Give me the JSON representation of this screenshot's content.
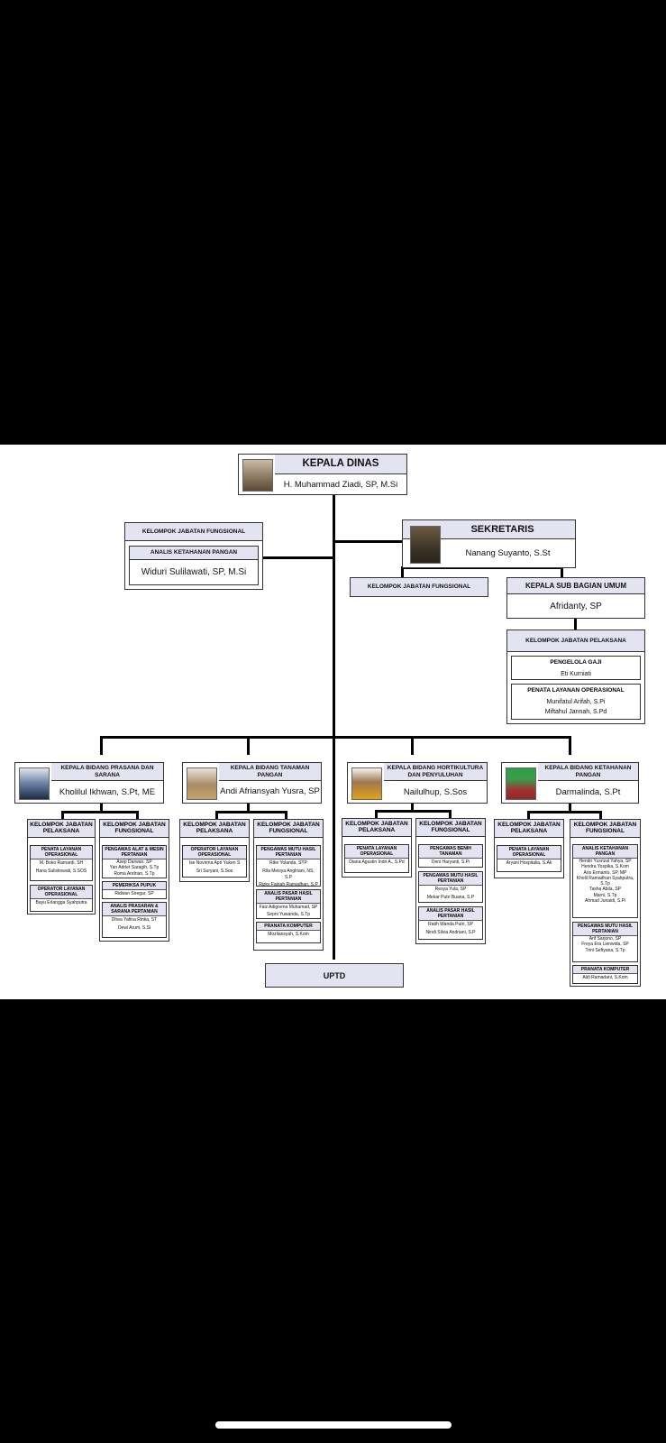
{
  "kepala_dinas": {
    "title": "KEPALA DINAS",
    "name": "H. Muhammad Ziadi, SP, M.Si"
  },
  "sekretaris": {
    "title": "SEKRETARIS",
    "name": "Nanang Suyanto, S.St"
  },
  "kjf_top": {
    "title": "KELOMPOK JABATAN FUNGSIONAL",
    "role": "ANALIS KETAHANAN PANGAN",
    "name": "Widuri Sulilawati, SP, M.Si"
  },
  "kjf_sekretaris": {
    "title": "KELOMPOK JABATAN FUNGSIONAL"
  },
  "kasubag_umum": {
    "title": "KEPALA SUB BAGIAN UMUM",
    "name": "Afridanty, SP"
  },
  "kjp_umum": {
    "title": "KELOMPOK JABATAN PELAKSANA",
    "roles": [
      {
        "role": "PENGELOLA GAJI",
        "names": [
          "Eti Kurniati"
        ]
      },
      {
        "role": "PENATA LAYANAN OPERASIONAL",
        "names": [
          "Munifatul Arifah, S.Pi",
          "Miftahul Jannah, S.Pd"
        ]
      }
    ]
  },
  "bidang": [
    {
      "title": "KEPALA BIDANG PRASANA DAN SARANA",
      "name": "Kholilul Ikhwan, S.Pt, ME",
      "pelaksana": {
        "title": "KELOMPOK JABATAN PELAKSANA",
        "roles": [
          {
            "role": "PENATA LAYANAN OPERASIONAL",
            "names": [
              "M. Boko Ramardi, SH",
              "Hana Sulistiowati, S.SOS"
            ]
          },
          {
            "role": "OPERATOR LAYANAN OPERASIONAL",
            "names": [
              "Bayu Erlangga Syahputra"
            ]
          }
        ]
      },
      "fungsional": {
        "title": "KELOMPOK JABATAN FUNGSIONAL",
        "roles": [
          {
            "role": "PENGAWAS ALAT & MESIN PERTANIAN",
            "names": [
              "Asep Darwan, SP",
              "Yan Adriet Saragih, S.Tp",
              "Roma Andrian, S.Tp"
            ]
          },
          {
            "role": "PEMERIKSA PUPUK",
            "names": [
              "Ridwan Siregar, SP"
            ]
          },
          {
            "role": "ANALIS PRASARAN & SARANA PERTANIAN",
            "names": [
              "Dhea Yafina Rinka, ST",
              "Dewi Arum, S.Si"
            ]
          }
        ]
      }
    },
    {
      "title": "KEPALA BIDANG TANAMAN PANGAN",
      "name": "Andi Afriansyah Yusra, SP",
      "pelaksana": {
        "title": "KELOMPOK JABATAN PELAKSANA",
        "roles": [
          {
            "role": "OPERATOR LAYANAN OPERASIONAL",
            "names": [
              "Ise Novirma Apri Yuken S",
              "Sri Suryani, S.Sos"
            ]
          }
        ]
      },
      "fungsional": {
        "title": "KELOMPOK JABATAN FUNGSIONAL",
        "roles": [
          {
            "role": "PENGAWAS MUTU HASIL PERTANIAN",
            "names": [
              "Rike Yolanda, STP",
              "Rila Meisya Anglriani, NS, S.P",
              "Rizky Fajriah Ramadhan, S.P"
            ]
          },
          {
            "role": "ANALIS PASAR HASIL PERTANIAN",
            "names": [
              "Faiz Adigoena Muhamad, SP",
              "Sepni Yuwanda, S.Tp"
            ]
          },
          {
            "role": "PRANATA KOMPUTER",
            "names": [
              "Mozliansyah, S.Kom"
            ]
          }
        ]
      }
    },
    {
      "title": "KEPALA BIDANG HORTIKULTURA DAN PENYULUHAN",
      "name": "Nailulhup, S.Sos",
      "pelaksana": {
        "title": "KELOMPOK JABATAN PELAKSANA",
        "roles": [
          {
            "role": "PENATA LAYANAN OPERASIONAL",
            "names": [
              "Diana Agustin Indri A., S.Pd"
            ]
          }
        ]
      },
      "fungsional": {
        "title": "KELOMPOK JABATAN FUNGSIONAL",
        "roles": [
          {
            "role": "PENGAWAS BENIH TANAMAN",
            "names": [
              "Deni Haryanti, S.Pi"
            ]
          },
          {
            "role": "PENGAWAS MUTU HASIL PERTANIAN",
            "names": [
              "Resya Yula, SP",
              "Mekar Putri Buana, S.P"
            ]
          },
          {
            "role": "ANALIS PASAR HASIL PERTANIAN",
            "names": [
              "Ratih Wanda Putri, SP",
              "Nindi Silvia Andriani, S.P"
            ]
          }
        ]
      }
    },
    {
      "title": "KEPALA BIDANG KETAHANAN PANGAN",
      "name": "Darmalinda, S.Pt",
      "pelaksana": {
        "title": "KELOMPOK JABATAN PELAKSANA",
        "roles": [
          {
            "role": "PENATA LAYANAN OPERASIONAL",
            "names": [
              "Aryani Hospitalia, S.Ak"
            ]
          }
        ]
      },
      "fungsional": {
        "title": "KELOMPOK JABATAN FUNGSIONAL",
        "roles": [
          {
            "role": "ANALIS KETAHANAN PANGAN",
            "names": [
              "Hendri Yusrizal Yahya, SP",
              "Hendra Yospika, S.Kom",
              "Aris Ermanto, SP, MP",
              "Kholil Ramadhan Syahputra, S.Tp",
              "Tasha Abila, SP",
              "Marni, S.Tp",
              "Ahmad Junaidi, S.Pi"
            ]
          },
          {
            "role": "PENGAWAS MUTU HASIL PERTANIAN",
            "names": [
              "Arif Sarjono, SP",
              "Freya Era Lienwida, SP",
              "Trini Seftyana, S.Tp"
            ]
          },
          {
            "role": "PRANATA KOMPUTER",
            "names": [
              "Aldi Ramadani, S.Kom"
            ]
          }
        ]
      }
    }
  ],
  "uptd": {
    "label": "UPTD"
  }
}
